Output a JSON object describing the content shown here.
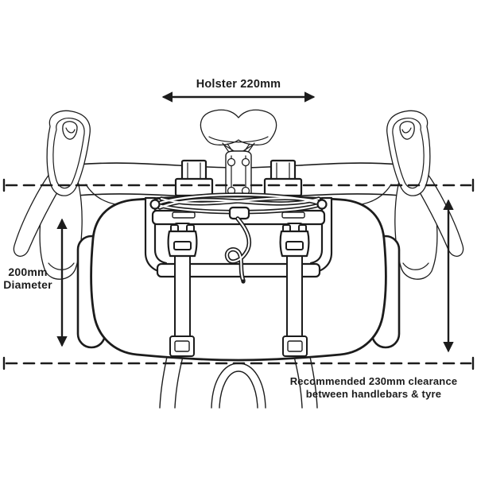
{
  "colors": {
    "background": "#ffffff",
    "ink": "#1c1c1c"
  },
  "labels": {
    "holster_width": "Holster 220mm",
    "diameter_line1": "200mm",
    "diameter_line2": "Diameter",
    "clearance_line1": "Recommended 230mm clearance",
    "clearance_line2": "between handlebars & tyre"
  },
  "dimensions": {
    "holster_width_mm": 220,
    "bag_diameter_mm": 200,
    "recommended_clearance_mm": 230
  }
}
